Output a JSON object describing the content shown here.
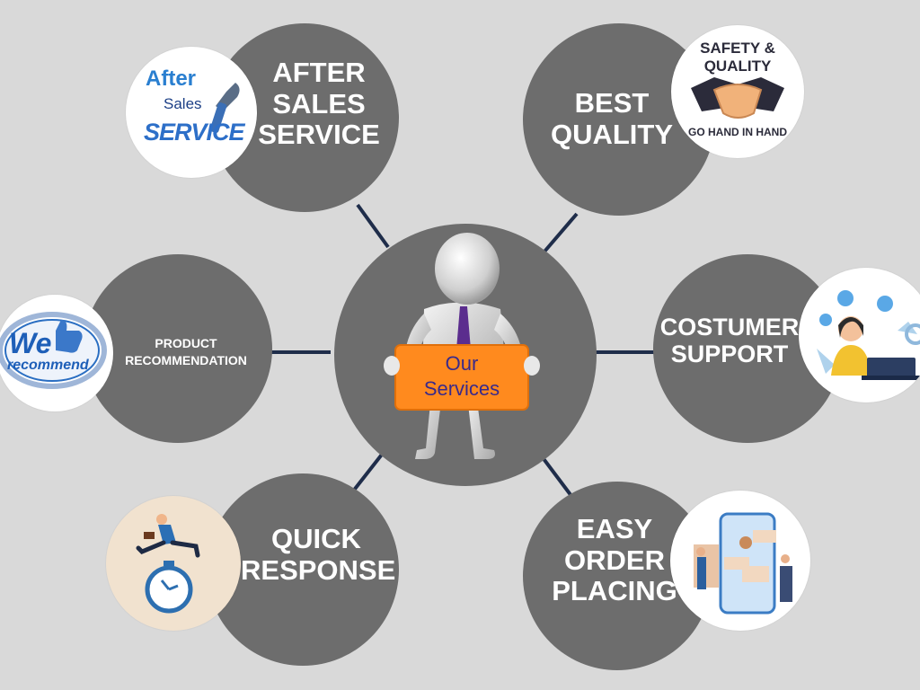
{
  "center": {
    "sign_line1": "Our",
    "sign_line2": "Services",
    "colors": {
      "circle": "#6d6d6d",
      "sign": "#ff8a1e",
      "sign_text": "#3a2a8a",
      "tie": "#5b2d8e",
      "connector": "#1f2d4a"
    }
  },
  "services": {
    "after_sales": {
      "lines": [
        "AFTER",
        "SALES",
        "SERVICE"
      ]
    },
    "best_quality": {
      "lines": [
        "BEST",
        "QUALITY"
      ]
    },
    "product_rec": {
      "lines": [
        "PRODUCT",
        "RECOMMENDATION"
      ]
    },
    "costumer_support": {
      "lines": [
        "COSTUMER",
        "SUPPORT"
      ]
    },
    "quick_response": {
      "lines": [
        "QUICK",
        "RESPONSE"
      ]
    },
    "easy_order": {
      "lines": [
        "EASY",
        "ORDER",
        "PLACING"
      ]
    }
  },
  "badges": {
    "after_sales": {
      "line1": "After",
      "line2": "Sales",
      "line3": "SERVICE",
      "icon": "wrench-icon"
    },
    "safety_quality": {
      "line1": "SAFETY &",
      "line2": "QUALITY",
      "line3": "GO HAND IN HAND",
      "icon": "handshake-icon"
    },
    "we_recommend": {
      "line1": "We",
      "line2": "recommend",
      "icon": "thumbs-up-icon"
    },
    "support": {
      "icon": "headset-operator-icon"
    },
    "quick": {
      "icon": "stopwatch-runner-icon"
    },
    "order": {
      "icon": "phone-order-icon"
    }
  }
}
